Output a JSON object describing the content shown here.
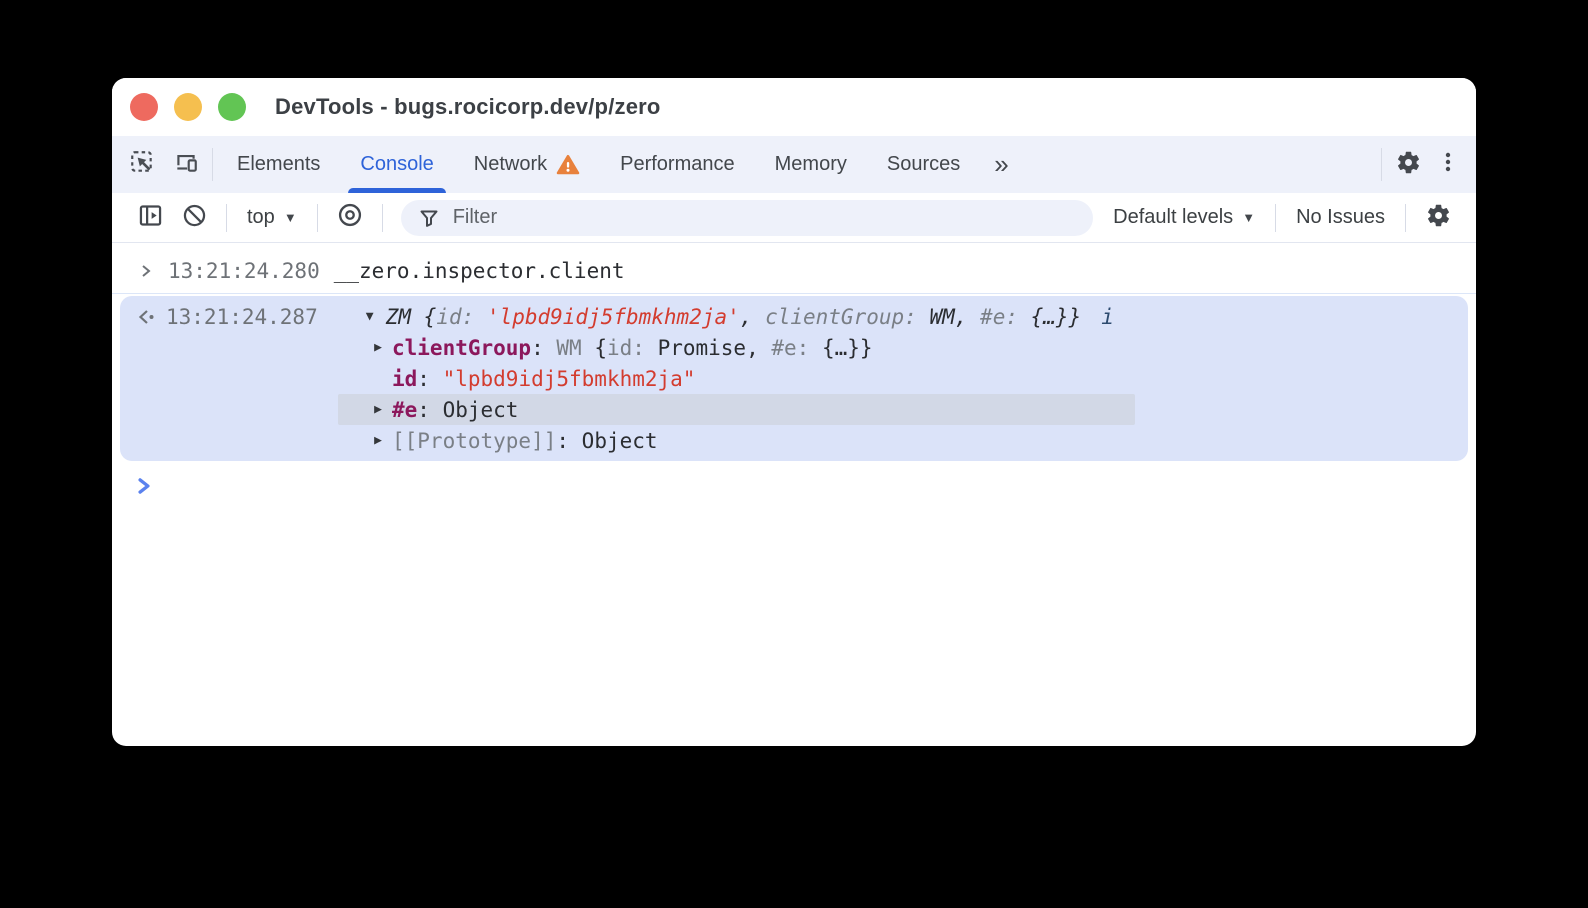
{
  "window": {
    "title": "DevTools - bugs.rocicorp.dev/p/zero"
  },
  "tabs": {
    "items": [
      {
        "label": "Elements",
        "active": false
      },
      {
        "label": "Console",
        "active": true
      },
      {
        "label": "Network",
        "active": false,
        "warning": true
      },
      {
        "label": "Performance",
        "active": false
      },
      {
        "label": "Memory",
        "active": false
      },
      {
        "label": "Sources",
        "active": false
      }
    ],
    "more_label": "»"
  },
  "toolbar": {
    "context_label": "top",
    "filter_placeholder": "Filter",
    "levels_label": "Default levels",
    "issues_label": "No Issues"
  },
  "colors": {
    "accent_blue": "#2e63d9",
    "selected_message_bg": "#dbe3f9",
    "string_red": "#d33c2f",
    "property_purple": "#8c185c",
    "warning_orange": "#e8813c"
  },
  "console": {
    "log": {
      "time": "13:21:24.280",
      "segments": [
        {
          "t": "__zero.inspector.client",
          "k": "plain"
        }
      ]
    },
    "result": {
      "time": "13:21:24.287",
      "info_label": "i",
      "preview": [
        {
          "t": "ZM ",
          "k": "plain"
        },
        {
          "t": "{",
          "k": "plain"
        },
        {
          "t": "id",
          "k": "gray"
        },
        {
          "t": ": ",
          "k": "gray"
        },
        {
          "t": "'lpbd9idj5fbmkhm2ja'",
          "k": "red"
        },
        {
          "t": ", ",
          "k": "plain"
        },
        {
          "t": "clientGroup",
          "k": "gray"
        },
        {
          "t": ": ",
          "k": "gray"
        },
        {
          "t": "WM",
          "k": "plain"
        },
        {
          "t": ", ",
          "k": "plain"
        },
        {
          "t": "#e",
          "k": "gray"
        },
        {
          "t": ": ",
          "k": "gray"
        },
        {
          "t": "{…}",
          "k": "plain"
        },
        {
          "t": "}",
          "k": "plain"
        }
      ],
      "children": [
        {
          "expandable": true,
          "highlighted": false,
          "segments": [
            {
              "t": "clientGroup",
              "k": "prop"
            },
            {
              "t": ": ",
              "k": "plain"
            },
            {
              "t": "WM ",
              "k": "gray"
            },
            {
              "t": "{",
              "k": "plain"
            },
            {
              "t": "id",
              "k": "gray"
            },
            {
              "t": ": ",
              "k": "gray"
            },
            {
              "t": "Promise",
              "k": "plain"
            },
            {
              "t": ", ",
              "k": "plain"
            },
            {
              "t": "#e",
              "k": "gray"
            },
            {
              "t": ": ",
              "k": "gray"
            },
            {
              "t": "{…}",
              "k": "plain"
            },
            {
              "t": "}",
              "k": "plain"
            }
          ]
        },
        {
          "expandable": false,
          "highlighted": false,
          "segments": [
            {
              "t": "id",
              "k": "prop"
            },
            {
              "t": ": ",
              "k": "plain"
            },
            {
              "t": "\"lpbd9idj5fbmkhm2ja\"",
              "k": "red"
            }
          ]
        },
        {
          "expandable": true,
          "highlighted": true,
          "segments": [
            {
              "t": "#e",
              "k": "prop"
            },
            {
              "t": ": ",
              "k": "plain"
            },
            {
              "t": "Object",
              "k": "plain"
            }
          ]
        },
        {
          "expandable": true,
          "highlighted": false,
          "segments": [
            {
              "t": "[[Prototype]]",
              "k": "gray"
            },
            {
              "t": ": ",
              "k": "plain"
            },
            {
              "t": "Object",
              "k": "plain"
            }
          ]
        }
      ]
    }
  }
}
